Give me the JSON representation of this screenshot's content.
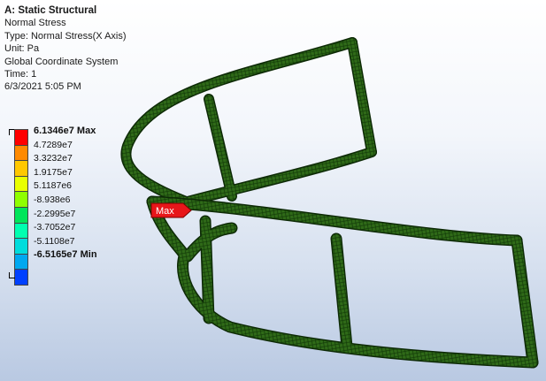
{
  "info": {
    "title": "A: Static Structural",
    "result": "Normal Stress",
    "type": "Type: Normal Stress(X Axis)",
    "unit": "Unit: Pa",
    "coord": "Global Coordinate System",
    "time": "Time: 1",
    "date": "6/3/2021 5:05 PM"
  },
  "legend": {
    "entries": [
      {
        "label": "6.1346e7 Max",
        "color": "#ff0000"
      },
      {
        "label": "4.7289e7",
        "color": "#ff8a00"
      },
      {
        "label": "3.3232e7",
        "color": "#ffc800"
      },
      {
        "label": "1.9175e7",
        "color": "#e9ff00"
      },
      {
        "label": "5.1187e6",
        "color": "#8fff00"
      },
      {
        "label": "-8.938e6",
        "color": "#00e55a"
      },
      {
        "label": "-2.2995e7",
        "color": "#00ffb0"
      },
      {
        "label": "-3.7052e7",
        "color": "#00dcdc"
      },
      {
        "label": "-5.1108e7",
        "color": "#00a8f0"
      },
      {
        "label": "-6.5165e7 Min",
        "color": "#0040ff"
      }
    ]
  },
  "probe": {
    "label": "Max",
    "color": "#e8161a"
  },
  "model": {
    "mesh_color": "#2f6a18",
    "edge_color": "#0d2a06"
  }
}
